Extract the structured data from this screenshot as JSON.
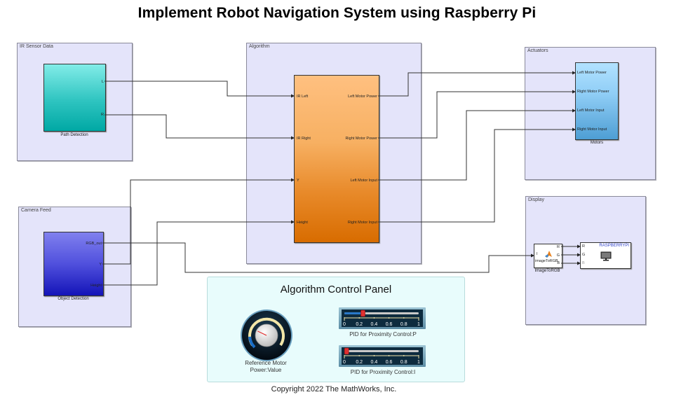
{
  "title": "Implement Robot Navigation System using Raspberry Pi",
  "areas": {
    "ir_sensor": "IR Sensor Data",
    "camera": "Camera Feed",
    "algorithm": "Algorithm",
    "actuators": "Actuators",
    "display": "Display"
  },
  "blocks": {
    "path_detection": {
      "name": "Path Detection",
      "outputs": [
        "L",
        "R"
      ]
    },
    "object_detection": {
      "name": "Object Detection",
      "outputs": [
        "RGB_out",
        "Y",
        "Height"
      ]
    },
    "algorithm": {
      "inputs": [
        "IR Left",
        "IR Right",
        "Y",
        "Height"
      ],
      "outputs": [
        "Left Motor Power",
        "Right Motor Power",
        "Left Motor Input",
        "Right Motor Input"
      ]
    },
    "motors": {
      "name": "Motors",
      "inputs": [
        "Left Motor Power",
        "Right Motor Power",
        "Left Motor Input",
        "Right Motor Input"
      ]
    },
    "image_to_rgb": {
      "name": "ImageToRGB",
      "inner": "imageToRGB",
      "inputs": [
        "I"
      ],
      "outputs": [
        "R",
        "G",
        "B"
      ]
    },
    "raspberrypi": {
      "name": "RASPBERRYPI",
      "inputs": [
        "R",
        "G",
        "B"
      ],
      "icon": "monitor-icon"
    }
  },
  "control_panel": {
    "title": "Algorithm Control Panel",
    "knob": {
      "label_line1": "Reference Motor",
      "label_line2": "Power:Value",
      "value_fraction": 0.15
    },
    "slider_p": {
      "label": "PID for Proximity Control:P",
      "value": 0.25,
      "ticks": [
        "0",
        "0.2",
        "0.4",
        "0.6",
        "0.8",
        "1"
      ]
    },
    "slider_i": {
      "label": "PID for Proximity Control:I",
      "value": 0.03,
      "ticks": [
        "0",
        "0.2",
        "0.4",
        "0.6",
        "0.8",
        "1"
      ]
    }
  },
  "colors": {
    "path_detection": "#2ec4c0",
    "object_detection": "#3a3ad8",
    "algorithm": "#f08a20",
    "motors": "#6cb8e8",
    "area_bg": "#e4e4fa",
    "panel_bg": "#e8fcfc"
  },
  "copyright": "Copyright 2022 The MathWorks, Inc."
}
